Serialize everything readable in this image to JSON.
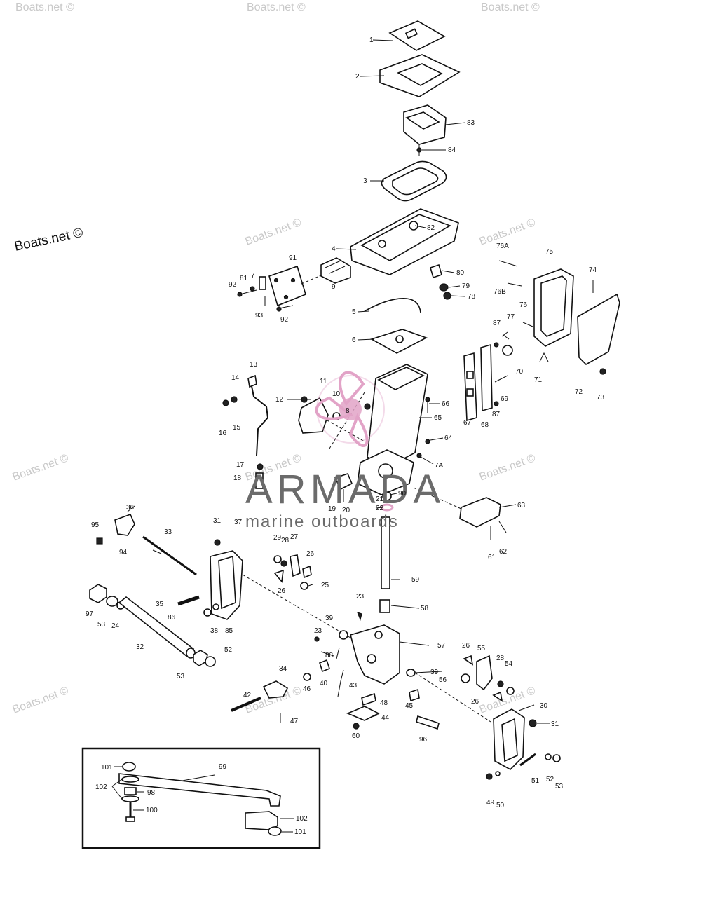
{
  "watermarks": {
    "text": "Boats.net ©",
    "main": "Boats.net ©"
  },
  "brand": {
    "name": "ARMADA",
    "tagline": "marine outboards",
    "logo_color": "#e2a3c7"
  },
  "labels": [
    "1",
    "2",
    "83",
    "84",
    "3",
    "82",
    "4",
    "80",
    "79",
    "78",
    "9",
    "91",
    "7",
    "81",
    "92",
    "93",
    "92",
    "5",
    "6",
    "76A",
    "75",
    "74",
    "76B",
    "76",
    "87",
    "77",
    "70",
    "71",
    "72",
    "73",
    "13",
    "14",
    "15",
    "16",
    "11",
    "12",
    "10",
    "8",
    "66",
    "65",
    "67",
    "68",
    "69",
    "87",
    "64",
    "7A",
    "17",
    "18",
    "19",
    "20",
    "21",
    "22",
    "90",
    "63",
    "62",
    "61",
    "36",
    "95",
    "94",
    "33",
    "31",
    "37",
    "29",
    "28",
    "27",
    "26",
    "25",
    "26",
    "35",
    "86",
    "38",
    "85",
    "97",
    "53",
    "24",
    "32",
    "52",
    "53",
    "39",
    "23",
    "58",
    "59",
    "57",
    "23",
    "88",
    "40",
    "46",
    "43",
    "34",
    "42",
    "47",
    "48",
    "44",
    "60",
    "45",
    "96",
    "39",
    "26",
    "55",
    "56",
    "28",
    "54",
    "26",
    "30",
    "31",
    "51",
    "52",
    "53",
    "49",
    "50",
    "99",
    "101",
    "102",
    "98",
    "100",
    "102",
    "101"
  ]
}
